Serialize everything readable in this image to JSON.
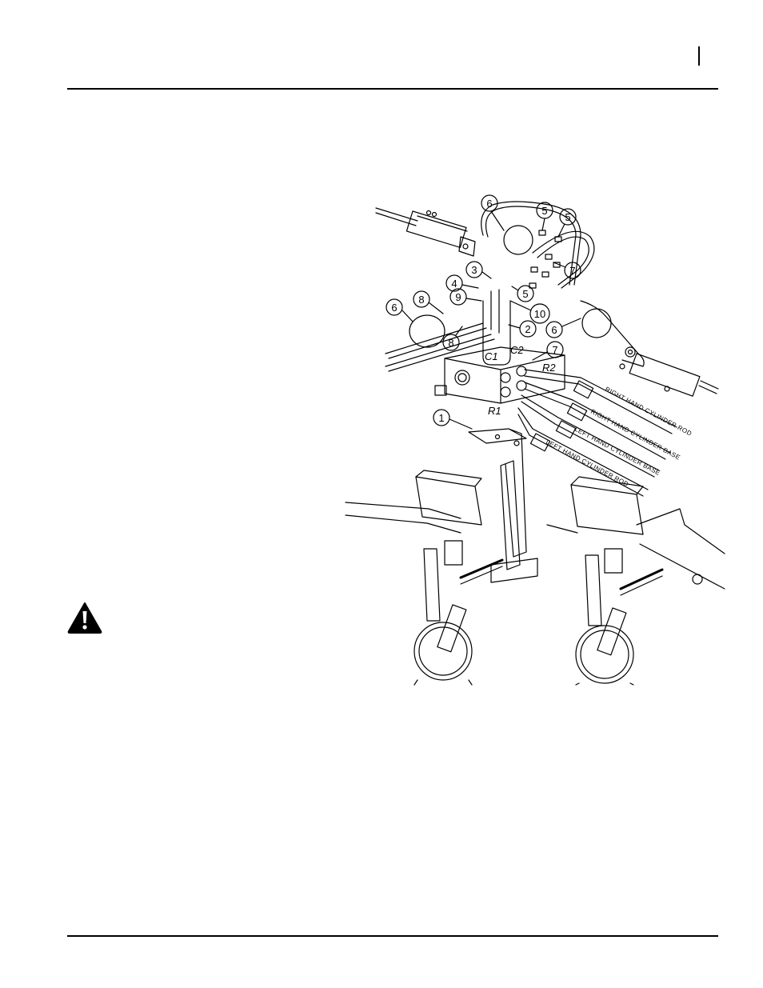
{
  "figure": {
    "callouts": [
      "1",
      "2",
      "3",
      "4",
      "5",
      "5",
      "5",
      "6",
      "6",
      "6",
      "7",
      "7",
      "8",
      "8",
      "9",
      "10"
    ],
    "ports": {
      "c1": "C1",
      "c2": "C2",
      "r1": "R1",
      "r2": "R2"
    },
    "hose_labels": {
      "rh_rod": "RIGHT HAND CYLINDER ROD",
      "rh_base": "RIGHT HAND CYLINDER BASE",
      "lh_base": "LEFT HAND CYLINDER BASE",
      "lh_rod": "LEFT HAND CYLINDER ROD"
    }
  },
  "icons": {
    "warning": "warning-triangle-icon"
  }
}
